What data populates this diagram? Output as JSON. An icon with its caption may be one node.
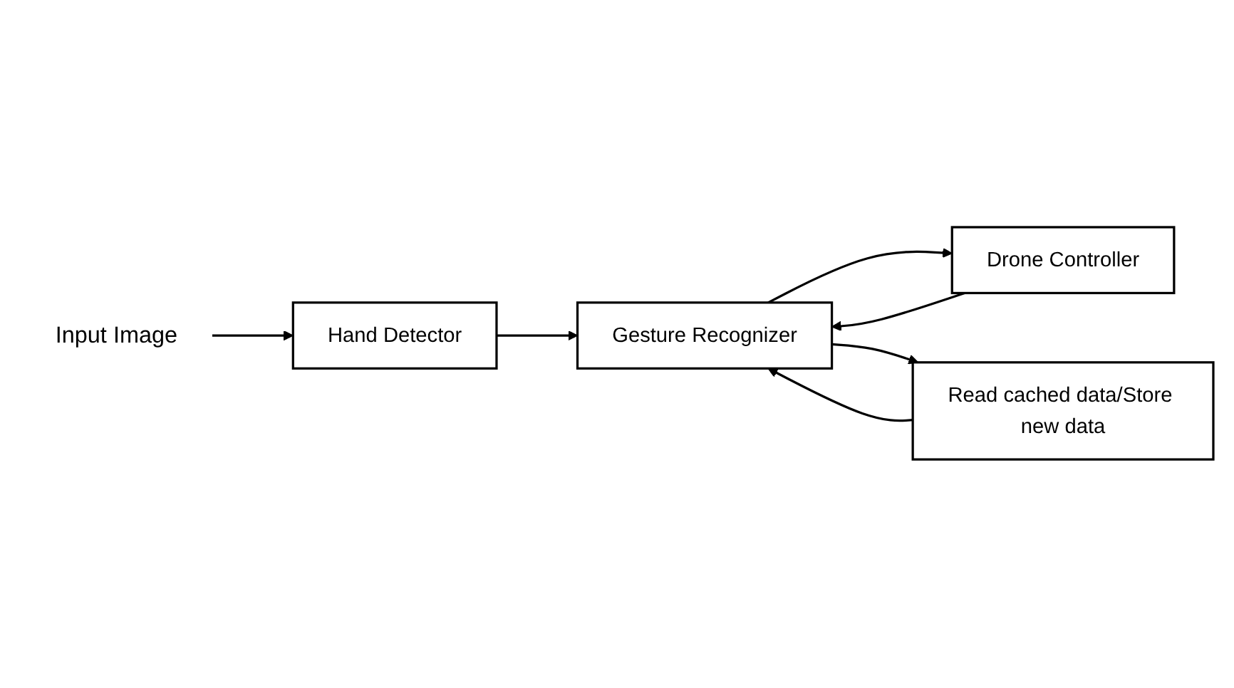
{
  "diagram": {
    "nodes": [
      {
        "text": [
          "Input Image"
        ]
      },
      {
        "text": [
          "Hand Detector"
        ]
      },
      {
        "text": [
          "Gesture Recognizer"
        ]
      },
      {
        "text": [
          "Drone Controller"
        ]
      },
      {
        "text": [
          "Read cached data/Store new data"
        ]
      }
    ],
    "edges": [
      {
        "from": 0,
        "to": 1,
        "arrow": "to"
      },
      {
        "from": 1,
        "to": 2,
        "arrow": "to"
      },
      {
        "from": 2,
        "to": 3,
        "arrow": "to"
      },
      {
        "from": 3,
        "to": 2,
        "arrow": "to"
      },
      {
        "from": 4,
        "to": 2,
        "arrow": "to"
      },
      {
        "from": 2,
        "to": 4,
        "arrow": "to"
      }
    ]
  }
}
